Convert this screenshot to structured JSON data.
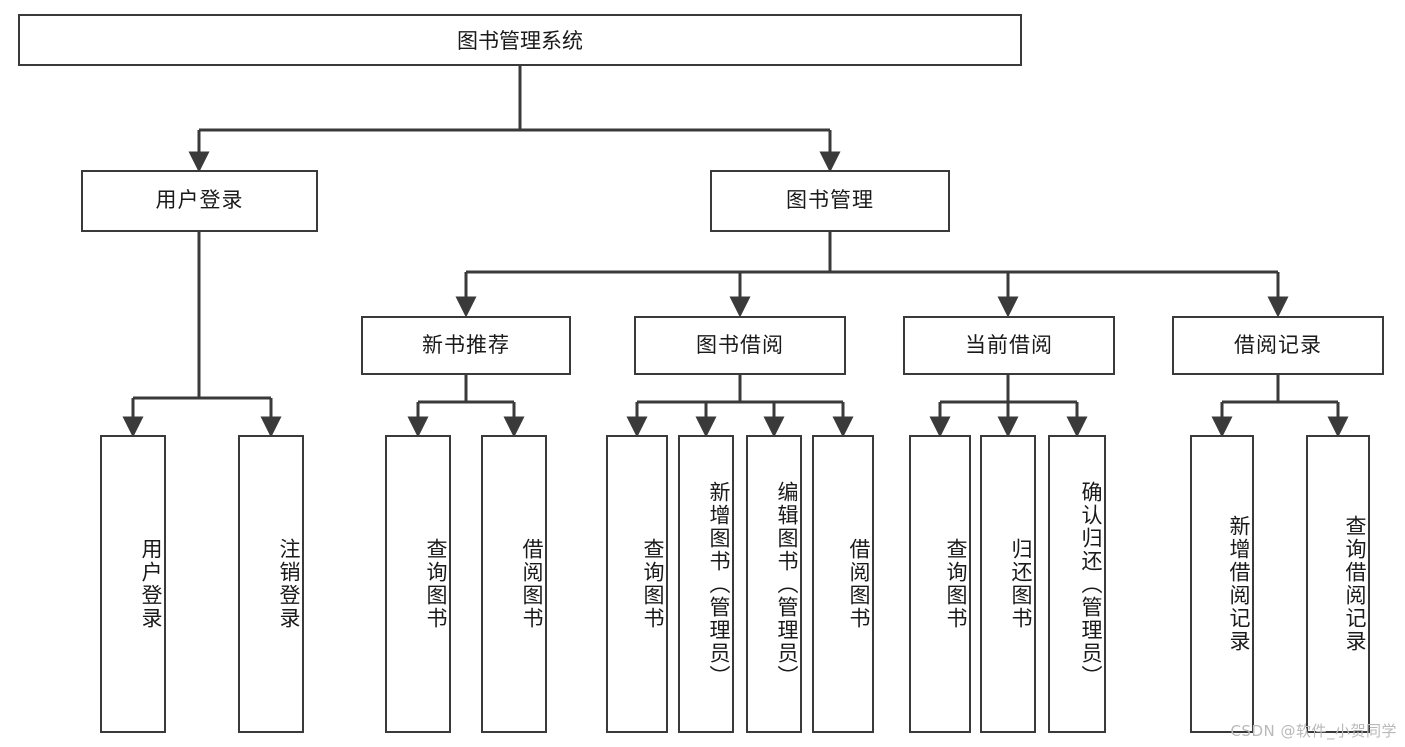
{
  "diagram": {
    "title": "图书管理系统",
    "type": "hierarchical-tree",
    "root": {
      "label": "图书管理系统",
      "id": "root"
    },
    "level2": [
      {
        "id": "user-login",
        "label": "用户登录"
      },
      {
        "id": "book-management",
        "label": "图书管理"
      }
    ],
    "level3": [
      {
        "id": "new-book-recommend",
        "label": "新书推荐",
        "parent": "book-management"
      },
      {
        "id": "book-borrow",
        "label": "图书借阅",
        "parent": "book-management"
      },
      {
        "id": "current-borrow",
        "label": "当前借阅",
        "parent": "book-management"
      },
      {
        "id": "borrow-record",
        "label": "借阅记录",
        "parent": "book-management"
      }
    ],
    "leaves": [
      {
        "id": "leaf-user-login",
        "label": "用户登录",
        "parent": "user-login"
      },
      {
        "id": "leaf-logout-login",
        "label": "注销登录",
        "parent": "user-login"
      },
      {
        "id": "leaf-query-book-1",
        "label": "查询图书",
        "parent": "new-book-recommend"
      },
      {
        "id": "leaf-borrow-book-1",
        "label": "借阅图书",
        "parent": "new-book-recommend"
      },
      {
        "id": "leaf-query-book-2",
        "label": "查询图书",
        "parent": "book-borrow"
      },
      {
        "id": "leaf-add-book",
        "label": "新增图书（管理员）",
        "parent": "book-borrow"
      },
      {
        "id": "leaf-edit-book",
        "label": "编辑图书（管理员）",
        "parent": "book-borrow"
      },
      {
        "id": "leaf-borrow-book-2",
        "label": "借阅图书",
        "parent": "book-borrow"
      },
      {
        "id": "leaf-query-book-3",
        "label": "查询图书",
        "parent": "current-borrow"
      },
      {
        "id": "leaf-return-book",
        "label": "归还图书",
        "parent": "current-borrow"
      },
      {
        "id": "leaf-confirm-return",
        "label": "确认归还（管理员）",
        "parent": "current-borrow"
      },
      {
        "id": "leaf-add-record",
        "label": "新增借阅记录",
        "parent": "borrow-record"
      },
      {
        "id": "leaf-query-record",
        "label": "查询借阅记录",
        "parent": "borrow-record"
      }
    ],
    "colors": {
      "stroke": "#3a3a3a",
      "fill": "#ffffff",
      "text": "#1a1a1a",
      "watermark": "#b9b9b9"
    }
  },
  "watermark": {
    "text": "CSDN @软件_小贺同学"
  }
}
